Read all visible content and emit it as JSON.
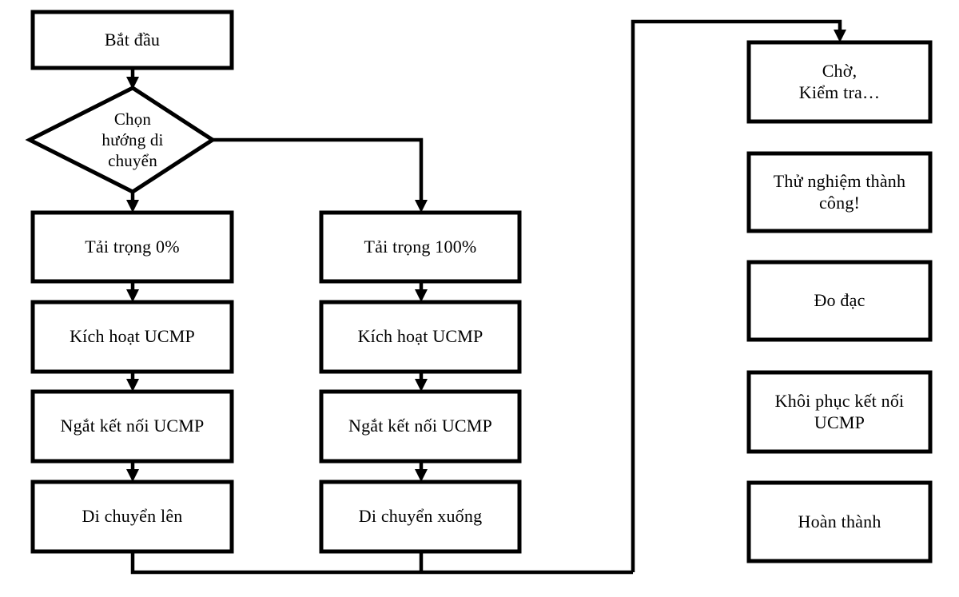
{
  "diagram": {
    "title": "Quy trinh thu nghiem UCMP",
    "stroke_color": "#000000",
    "fill_color": "#ffffff",
    "background": "#ffffff"
  },
  "nodes": {
    "start": {
      "label": "Bắt đầu",
      "shape": "rect"
    },
    "decision": {
      "label": "Chọn\nhướng di\nchuyển",
      "shape": "diamond"
    },
    "left_load": {
      "label": "Tải trọng 0%",
      "shape": "rect"
    },
    "left_activate": {
      "label": "Kích hoạt UCMP",
      "shape": "rect"
    },
    "left_disconnect": {
      "label": "Ngắt kết nối UCMP",
      "shape": "rect"
    },
    "left_move": {
      "label": "Di chuyển lên",
      "shape": "rect"
    },
    "mid_load": {
      "label": "Tải trọng 100%",
      "shape": "rect"
    },
    "mid_activate": {
      "label": "Kích hoạt UCMP",
      "shape": "rect"
    },
    "mid_disconnect": {
      "label": "Ngắt kết nối UCMP",
      "shape": "rect"
    },
    "mid_move": {
      "label": "Di chuyển xuống",
      "shape": "rect"
    },
    "right_wait": {
      "label": "Chờ,\nKiểm tra…",
      "shape": "rect"
    },
    "right_success": {
      "label": "Thử nghiệm thành\ncông!",
      "shape": "rect"
    },
    "right_measure": {
      "label": "Đo đạc",
      "shape": "rect"
    },
    "right_restore": {
      "label": "Khôi phục kết nối\nUCMP",
      "shape": "rect"
    },
    "right_done": {
      "label": "Hoàn thành",
      "shape": "rect"
    }
  }
}
